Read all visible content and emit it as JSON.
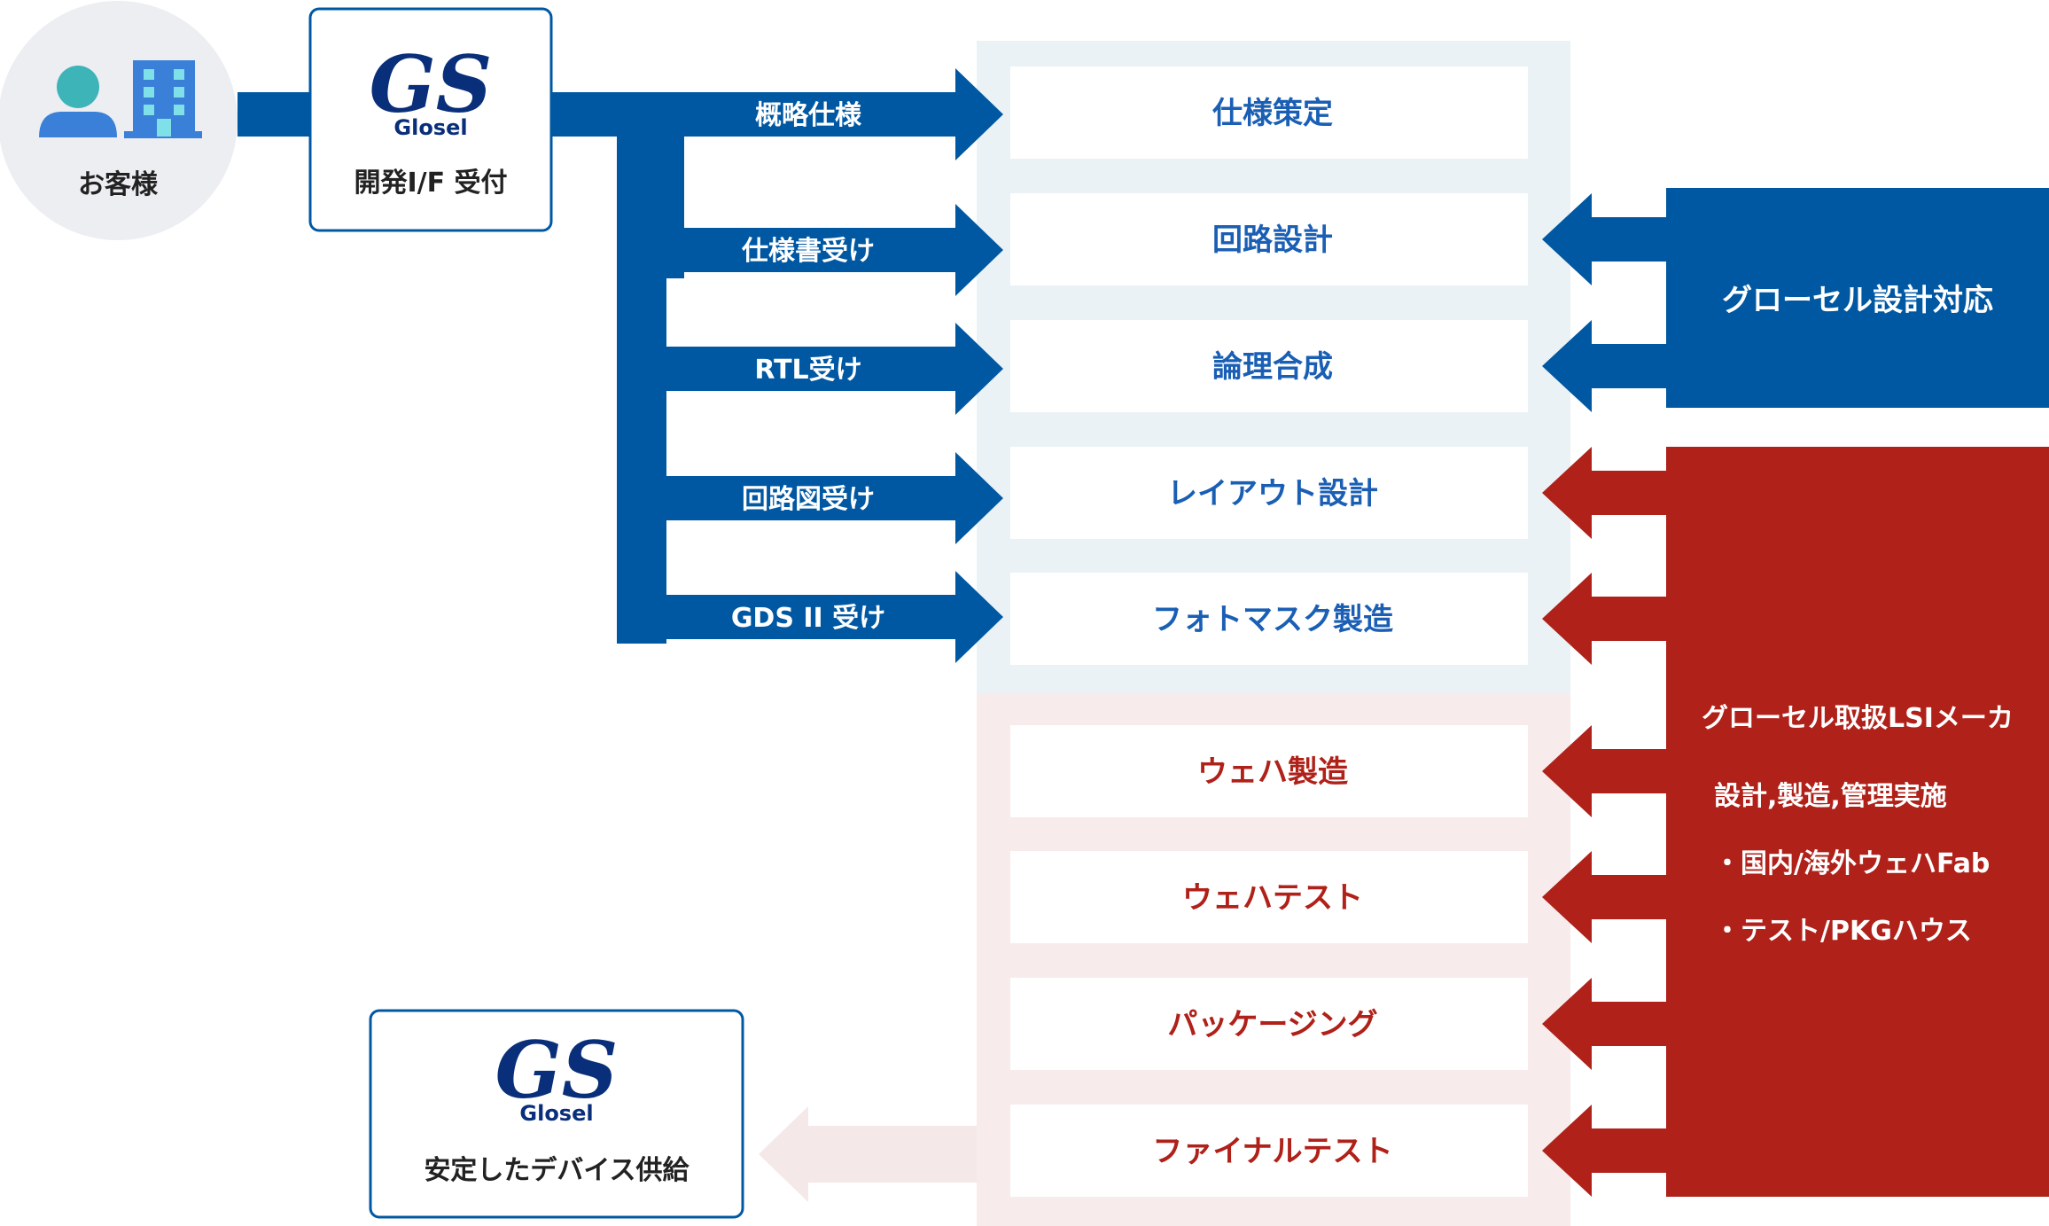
{
  "customer": {
    "label": "お客様"
  },
  "reception": {
    "logo_text": "Glosel",
    "label": "開発I/F 受付"
  },
  "delivery": {
    "logo_text": "Glosel",
    "label": "安定したデバイス供給"
  },
  "inputs": [
    {
      "label": "概略仕様"
    },
    {
      "label": "仕様書受け"
    },
    {
      "label": "RTL受け"
    },
    {
      "label": "回路図受け"
    },
    {
      "label": "GDS II 受け"
    }
  ],
  "design_steps": [
    {
      "label": "仕様策定"
    },
    {
      "label": "回路設計"
    },
    {
      "label": "論理合成"
    },
    {
      "label": "レイアウト設計"
    },
    {
      "label": "フォトマスク製造"
    }
  ],
  "fab_steps": [
    {
      "label": "ウェハ製造"
    },
    {
      "label": "ウェハテスト"
    },
    {
      "label": "パッケージング"
    },
    {
      "label": "ファイナルテスト"
    }
  ],
  "glosel_panel": {
    "label": "グローセル設計対応"
  },
  "maker_panel": {
    "title": "グローセル取扱LSIメーカ",
    "line1": "設計,製造,管理実施",
    "line2": "・国内/海外ウェハFab",
    "line3": "・テスト/PKGハウス"
  },
  "colors": {
    "blue": "#0058a3",
    "red": "#af2119",
    "blue_band": "#ebf2f5",
    "red_band": "#f7ebeb",
    "blue_text": "#1a5fb4",
    "red_text": "#af2119",
    "light_arrow": "#f4e8e8",
    "circle": "#eceef2",
    "icon_teal": "#3db4b8",
    "icon_blue": "#3a7fd8"
  }
}
